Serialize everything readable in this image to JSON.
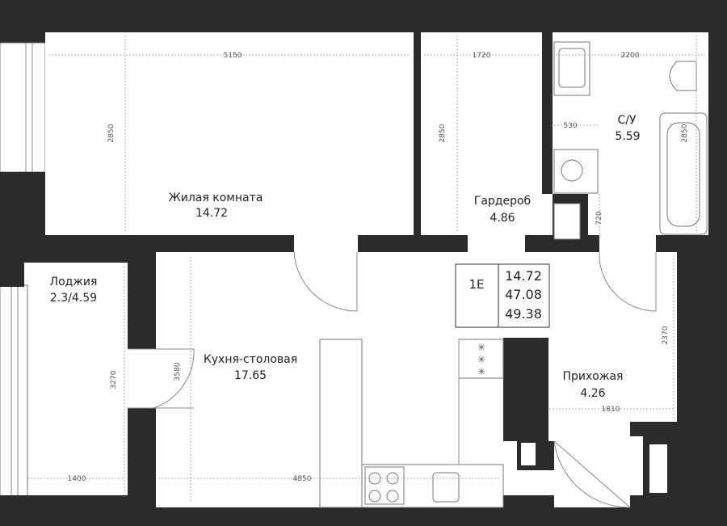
{
  "rooms": {
    "living": {
      "name": "Жилая комната",
      "area": "14.72"
    },
    "wardrobe": {
      "name": "Гардероб",
      "area": "4.86"
    },
    "bathroom": {
      "name": "С/У",
      "area": "5.59"
    },
    "loggia": {
      "name": "Лоджия",
      "area": "2.3/4.59"
    },
    "kitchen": {
      "name": "Кухня-столовая",
      "area": "17.65"
    },
    "hall": {
      "name": "Прихожая",
      "area": "4.26"
    }
  },
  "info_box": {
    "code": "1E",
    "living_area": "14.72",
    "total_area": "47.08",
    "area_with_loggia": "49.38"
  },
  "dimensions": {
    "living_width": "5150",
    "living_height": "2850",
    "wardrobe_width": "1720",
    "wardrobe_height": "2850",
    "bath_width": "2200",
    "bath_height": "2850",
    "bath_sink_gap": "530",
    "bath_door_gap": "720",
    "loggia_width": "1400",
    "loggia_height": "3270",
    "kitchen_height": "3580",
    "kitchen_width": "4850",
    "hall_width": "1810",
    "hall_height": "2370"
  },
  "icons": [
    "window",
    "door",
    "toilet",
    "bathtub",
    "sink",
    "stove",
    "washing-machine"
  ]
}
